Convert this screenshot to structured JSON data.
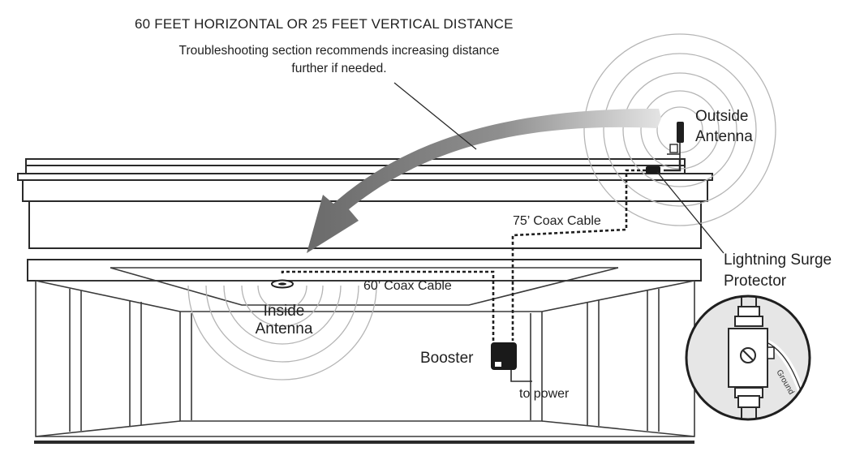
{
  "header": {
    "title": "60  FEET HORIZONTAL OR 25 FEET VERTICAL DISTANCE",
    "note_line1": "Troubleshooting section recommends increasing distance",
    "note_line2": "further if needed."
  },
  "labels": {
    "outside_antenna_line1": "Outside",
    "outside_antenna_line2": "Antenna",
    "inside_antenna_line1": "Inside",
    "inside_antenna_line2": "Antenna",
    "booster": "Booster",
    "to_power": "to power",
    "coax_75": "75’ Coax Cable",
    "coax_60": "60’ Coax Cable",
    "surge_line1": "Lightning Surge",
    "surge_line2": "Protector",
    "ground": "Ground"
  },
  "colors": {
    "line": "#2a2a2a",
    "arrow_dark": "#6e6e6e",
    "arrow_light": "#dcdcdc",
    "signal_ring": "#b5b5b5",
    "inset_fill": "#e6e6e6"
  }
}
